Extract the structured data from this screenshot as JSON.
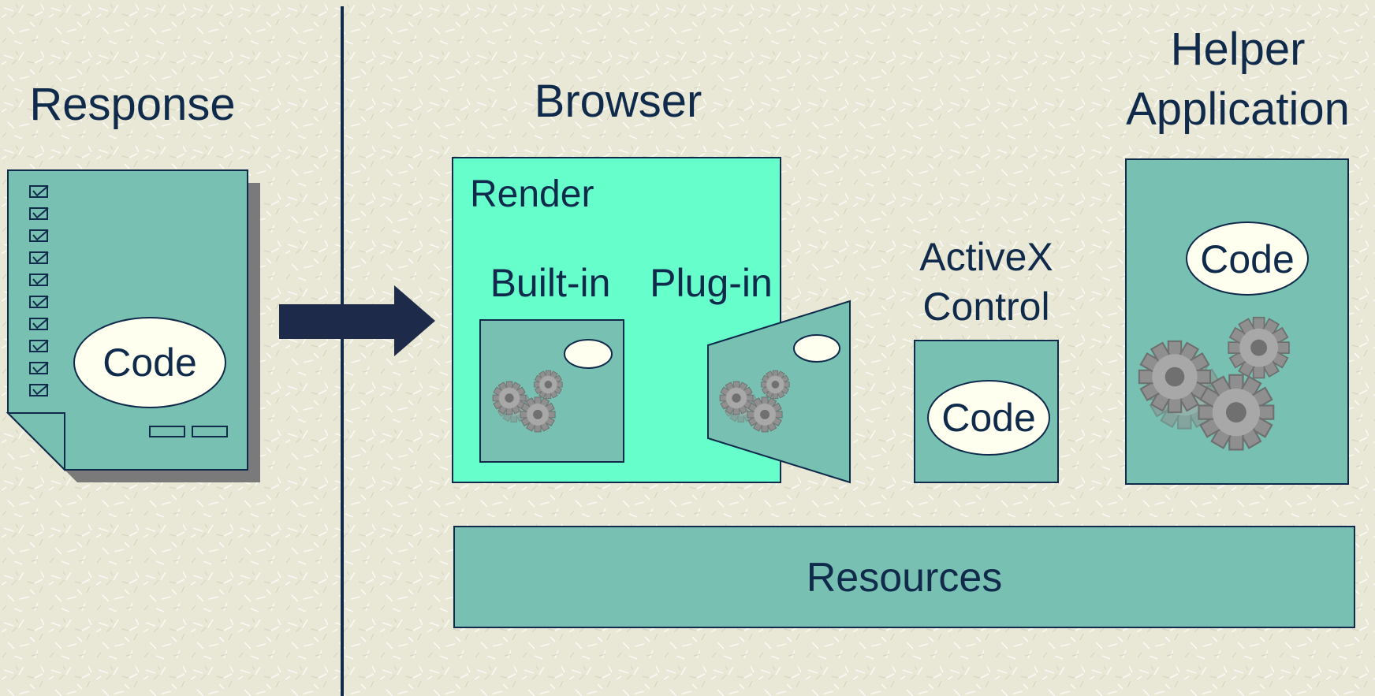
{
  "labels": {
    "response": "Response",
    "browser": "Browser",
    "helper_line1": "Helper",
    "helper_line2": "Application",
    "render": "Render",
    "builtin": "Built-in",
    "plugin": "Plug-in",
    "activex_line1": "ActiveX",
    "activex_line2": "Control",
    "code_response": "Code",
    "code_activex": "Code",
    "code_helper": "Code",
    "resources": "Resources"
  },
  "colors": {
    "background": "#e9e8d6",
    "teal": "#78c0b1",
    "render_fill": "#66ffcc",
    "outline": "#0f2a4a",
    "arrow": "#1d2a4a",
    "ellipse": "#fffff0",
    "gear": "#9a9a9a",
    "shadow": "#7a7a7a"
  }
}
